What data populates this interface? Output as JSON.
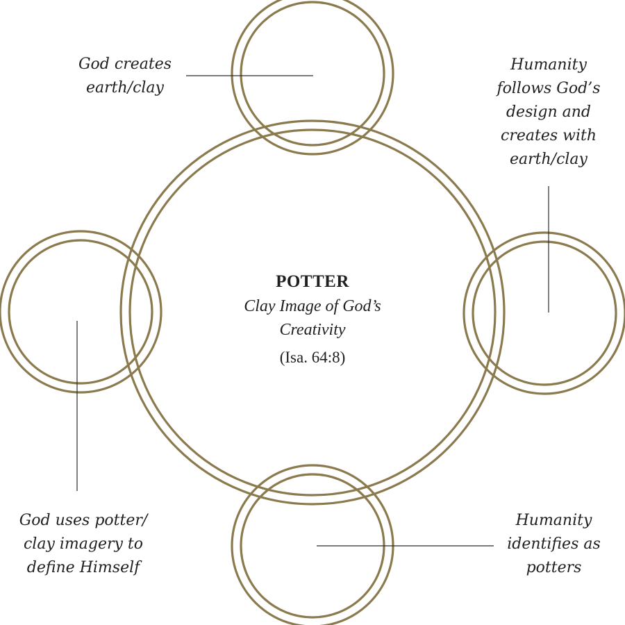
{
  "center": {
    "title": "POTTER",
    "subtitle_line1": "Clay Image of God’s",
    "subtitle_line2": "Creativity",
    "reference": "(Isa. 64:8)"
  },
  "labels": {
    "top_left": [
      "God creates",
      "earth/clay"
    ],
    "top_right": [
      "Humanity",
      "follows God’s",
      "design and",
      "creates with",
      "earth/clay"
    ],
    "bottom_left": [
      "God uses potter/",
      "clay imagery to",
      "define Himself"
    ],
    "bottom_right": [
      "Humanity",
      "identifies as",
      "potters"
    ]
  },
  "colors": {
    "ring": "#8a7a4e",
    "text": "#1f1f1f",
    "leader": "#2a2a2a"
  }
}
